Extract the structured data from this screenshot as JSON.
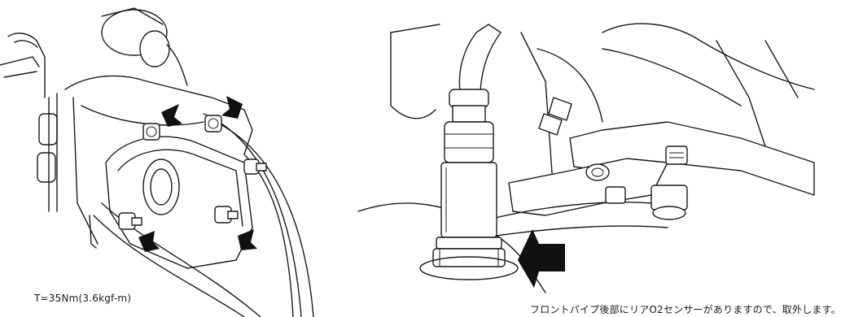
{
  "figure_left": {
    "caption": "T=35Nm(3.6kgf-m)",
    "arrow_count": 4
  },
  "figure_right": {
    "caption": "フロントパイプ後部にリアO2センサーがありますので、取外します。",
    "arrow_count": 1
  },
  "colors": {
    "ink": "#1a1a1a",
    "background": "#ffffff"
  }
}
